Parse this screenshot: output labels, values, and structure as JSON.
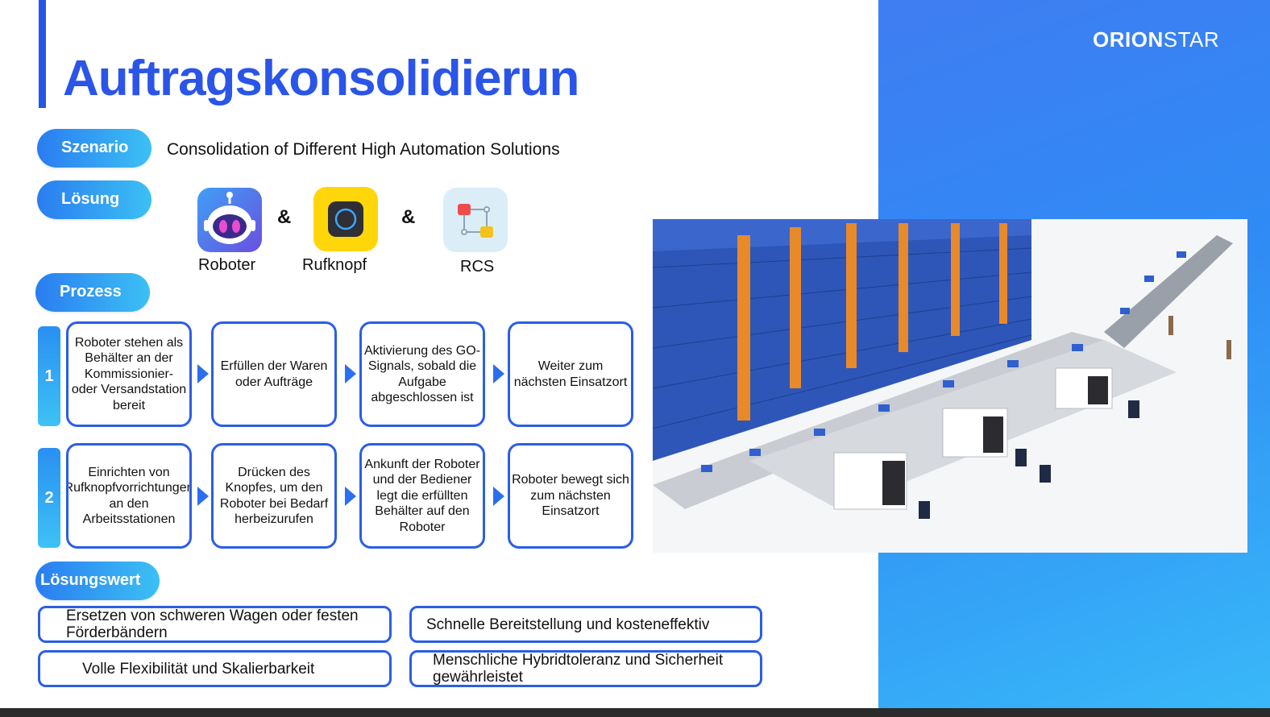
{
  "title": "Auftragskonsolidierun",
  "logo": {
    "bold": "ORION",
    "thin": "STAR"
  },
  "sections": {
    "scenario_label": "Szenario",
    "solution_label": "Lösung",
    "process_label": "Prozess",
    "value_label": "Lösungswert"
  },
  "scenario_text": "Consolidation of Different High Automation Solutions",
  "solution": {
    "items": [
      {
        "label": "Roboter",
        "icon": "robot-app-icon"
      },
      {
        "label": "Rufknopf",
        "icon": "call-button-app-icon"
      },
      {
        "label": "RCS",
        "icon": "rcs-app-icon"
      }
    ],
    "separator": "&"
  },
  "process": {
    "rows": [
      {
        "number": "1",
        "steps": [
          "Roboter stehen als Behälter an der Kommissionier- oder Versandstation bereit",
          "Erfüllen der Waren oder Aufträge",
          "Aktivierung des GO-Signals, sobald die Aufgabe abgeschlossen ist",
          "Weiter zum nächsten Einsatzort"
        ]
      },
      {
        "number": "2",
        "steps": [
          "Einrichten von Rufknopfvorrichtungen an den Arbeitsstationen",
          "Drücken des Knopfes, um den Roboter bei Bedarf herbeizurufen",
          "Ankunft der Roboter und der Bediener legt die erfüllten Behälter auf den Roboter",
          "Roboter bewegt sich zum nächsten Einsatzort"
        ]
      }
    ]
  },
  "values": [
    "Ersetzen von schweren Wagen oder festen Förderbändern",
    "Schnelle Bereitstellung und kosteneffektiv",
    "Volle Flexibilität und Skalierbarkeit",
    "Menschliche Hybridtoleranz und Sicherheit gewährleistet"
  ],
  "colors": {
    "accent": "#2a55e8",
    "pill_start": "#2a7df0",
    "pill_end": "#3cc0f5",
    "panel": "#3f7df2"
  }
}
